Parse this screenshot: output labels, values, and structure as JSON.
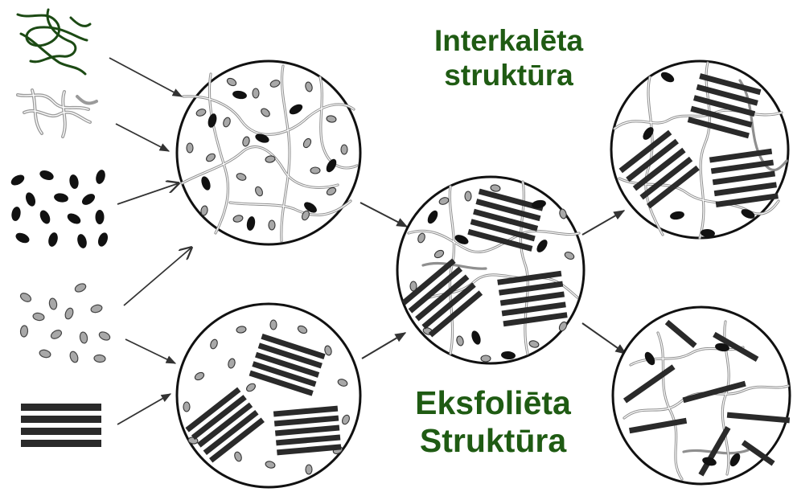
{
  "labels": {
    "intercalated": {
      "line1": "Interkalēta",
      "line2": "struktūra"
    },
    "exfoliated": {
      "line1": "Eksfoliēta",
      "line2": "Struktūra"
    }
  },
  "colors": {
    "label_text": "#1f5b13",
    "polymer_chain_1": "#1c4a14",
    "polymer_chain_2": "#9a9a9a",
    "ink": "#111111",
    "particle_gray": "#a0a0a0",
    "clay_layer": "#2a2a2a"
  },
  "components": [
    "polymer-chain-dark",
    "polymer-chain-gray",
    "black-particles",
    "gray-particles",
    "clay-layer-stack"
  ],
  "states": [
    "mixed-dispersion",
    "intercalated-structure",
    "exfoliated-structure"
  ]
}
